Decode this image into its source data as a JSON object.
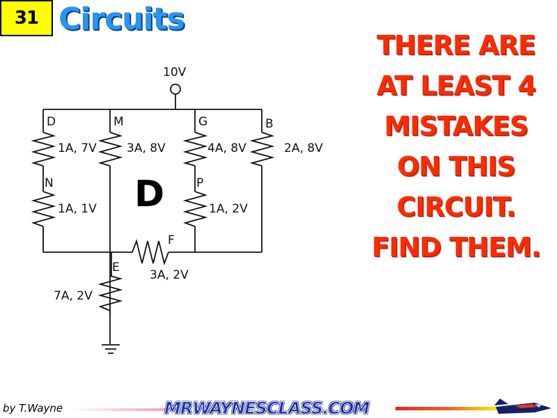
{
  "header": {
    "number": "31",
    "title": "Circuits"
  },
  "warning": {
    "lines": [
      "There are",
      "at least 4",
      "mistakes",
      "on this",
      "circuit.",
      "Find them."
    ],
    "color": "#ff2a00"
  },
  "circuit": {
    "source": "10V",
    "nodes": {
      "D": "D",
      "M": "M",
      "G": "G",
      "B": "B",
      "N": "N",
      "P": "P",
      "E": "E",
      "F": "F"
    },
    "center_label": "D",
    "resistors": {
      "r_d": "1A, 7V",
      "r_m": "3A, 8V",
      "r_g": "4A, 8V",
      "r_b": "2A, 8V",
      "r_n": "1A, 1V",
      "r_p": "1A, 2V",
      "r_f": "3A, 2V",
      "r_e": "7A, 2V"
    }
  },
  "footer": {
    "author": "by T.Wayne",
    "site": "MRWAYNESCLASS.COM"
  }
}
